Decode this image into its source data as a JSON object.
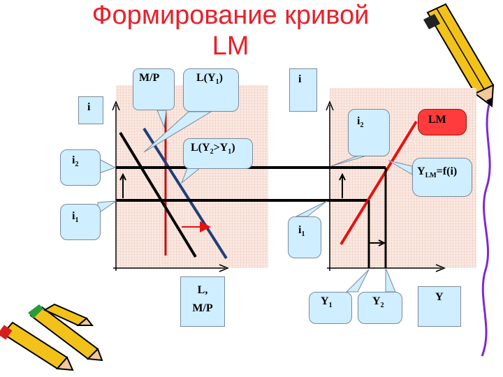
{
  "title": {
    "line1": "Формирование кривой",
    "line2": "LM"
  },
  "left_graph": {
    "y_axis_label": "i",
    "x_axis_label_line1": "L,",
    "x_axis_label_line2": "M/P",
    "supply_label": "M/P",
    "demand1_label": {
      "main": "L(Y",
      "sub": "1",
      "end": ")"
    },
    "demand2_label": {
      "main": "L(Y",
      "sub1": "2",
      "mid": ">Y",
      "sub2": "1",
      "end": ")"
    },
    "i1_label": {
      "main": "i",
      "sub": "1"
    },
    "i2_label": {
      "main": "i",
      "sub": "2"
    }
  },
  "right_graph": {
    "y_axis_label": "i",
    "x_axis_label": "Y",
    "curve_label": "LM",
    "equation_label": {
      "main": "Y",
      "sub": "LM",
      "end": "=f(i)"
    },
    "i1_label": {
      "main": "i",
      "sub": "1"
    },
    "i2_label": {
      "main": "i",
      "sub": "2"
    },
    "y1_label": {
      "main": "Y",
      "sub": "1"
    },
    "y2_label": {
      "main": "Y",
      "sub": "2"
    }
  },
  "colors": {
    "title": "#e8202a",
    "callout_fill": "#cfeeff",
    "money_supply": "#c01010",
    "demand_shift": "#1f3f7a",
    "lm_curve": "#e81010",
    "lines": "#000000"
  },
  "decorations": [
    "pencil-top-right",
    "pencils-bottom-left"
  ]
}
